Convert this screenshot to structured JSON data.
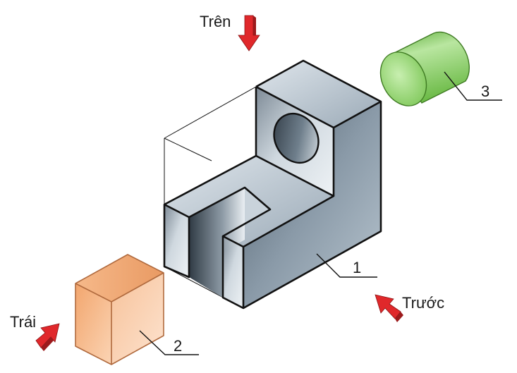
{
  "labels": {
    "top_view": "Trên",
    "front_view": "Trước",
    "left_view": "Trái",
    "part_1": "1",
    "part_2": "2",
    "part_3": "3"
  },
  "colors": {
    "arrow": "#e0282b",
    "block_steel": "#9aa8b4",
    "cube_orange": "#f0a070",
    "cylinder_green": "#8fd06a"
  },
  "icons": {
    "direction_arrow": "red-3d-arrow"
  }
}
